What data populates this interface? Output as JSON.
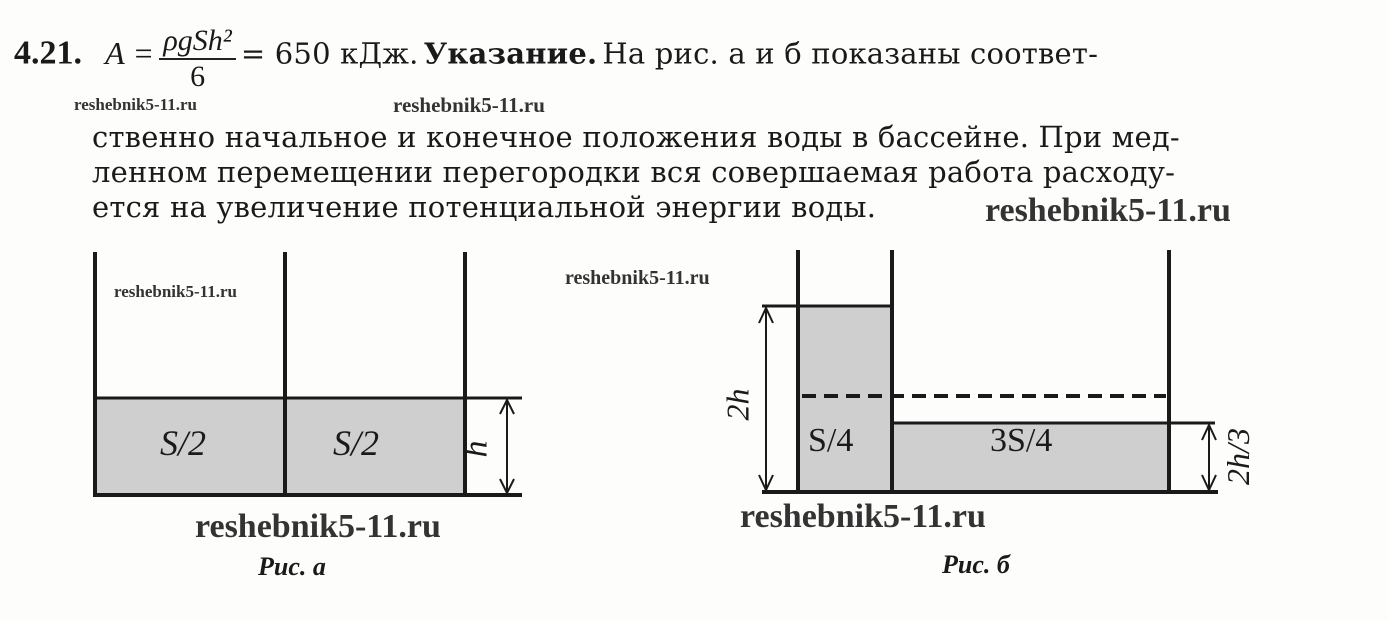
{
  "problem": {
    "number": "4.21.",
    "formula_lhs": "A =",
    "formula_numerator": "ρgSh²",
    "formula_denominator": "6",
    "formula_result": "= 650 кДж.",
    "hint_label": "Указание.",
    "line1_rest": "На рис. а и б показаны соответ-",
    "line2": "ственно начальное и конечное положения воды в бассейне. При мед-",
    "line3": "ленном перемещении перегородки вся совершаемая работа расходу-",
    "line4": "ется на увеличение потенциальной энергии воды."
  },
  "figure_a": {
    "caption": "Рис. а",
    "left_label": "S/2",
    "right_label": "S/2",
    "height_label": "h"
  },
  "figure_b": {
    "caption": "Рис. б",
    "left_label": "S/4",
    "right_label": "3S/4",
    "left_height_label": "2h",
    "right_height_label": "2h/3"
  },
  "watermarks": [
    "reshebnik5-11.ru",
    "reshebnik5-11.ru",
    "reshebnik5-11.ru",
    "reshebnik5-11.ru",
    "reshebnik5-11.ru",
    "reshebnik5-11.ru",
    "reshebnik5-11.ru"
  ],
  "colors": {
    "water": "#cfcfcf",
    "ink": "#1a1a1a",
    "paper": "#fdfdfb"
  }
}
